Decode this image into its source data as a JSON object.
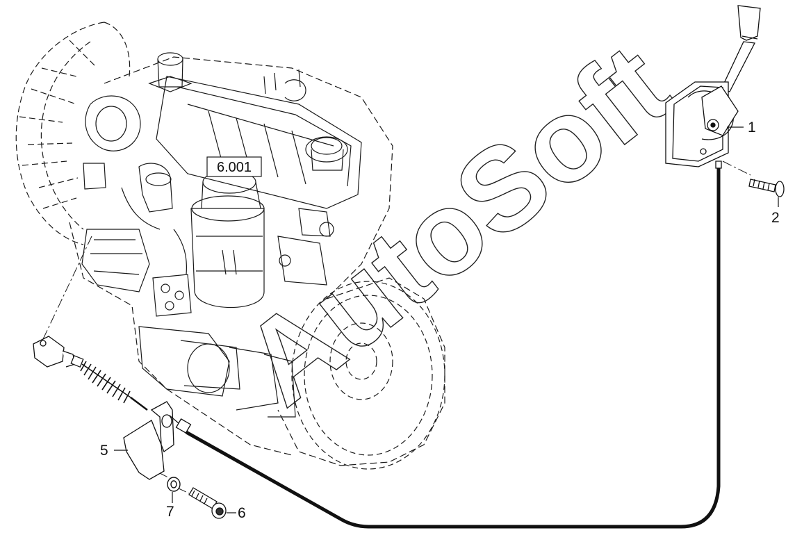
{
  "diagram": {
    "reference_tag": "6.001",
    "watermark": "AutoSoft",
    "callouts": [
      {
        "id": "1",
        "label": "1"
      },
      {
        "id": "2",
        "label": "2"
      },
      {
        "id": "5",
        "label": "5"
      },
      {
        "id": "6",
        "label": "6"
      },
      {
        "id": "7",
        "label": "7"
      }
    ]
  }
}
